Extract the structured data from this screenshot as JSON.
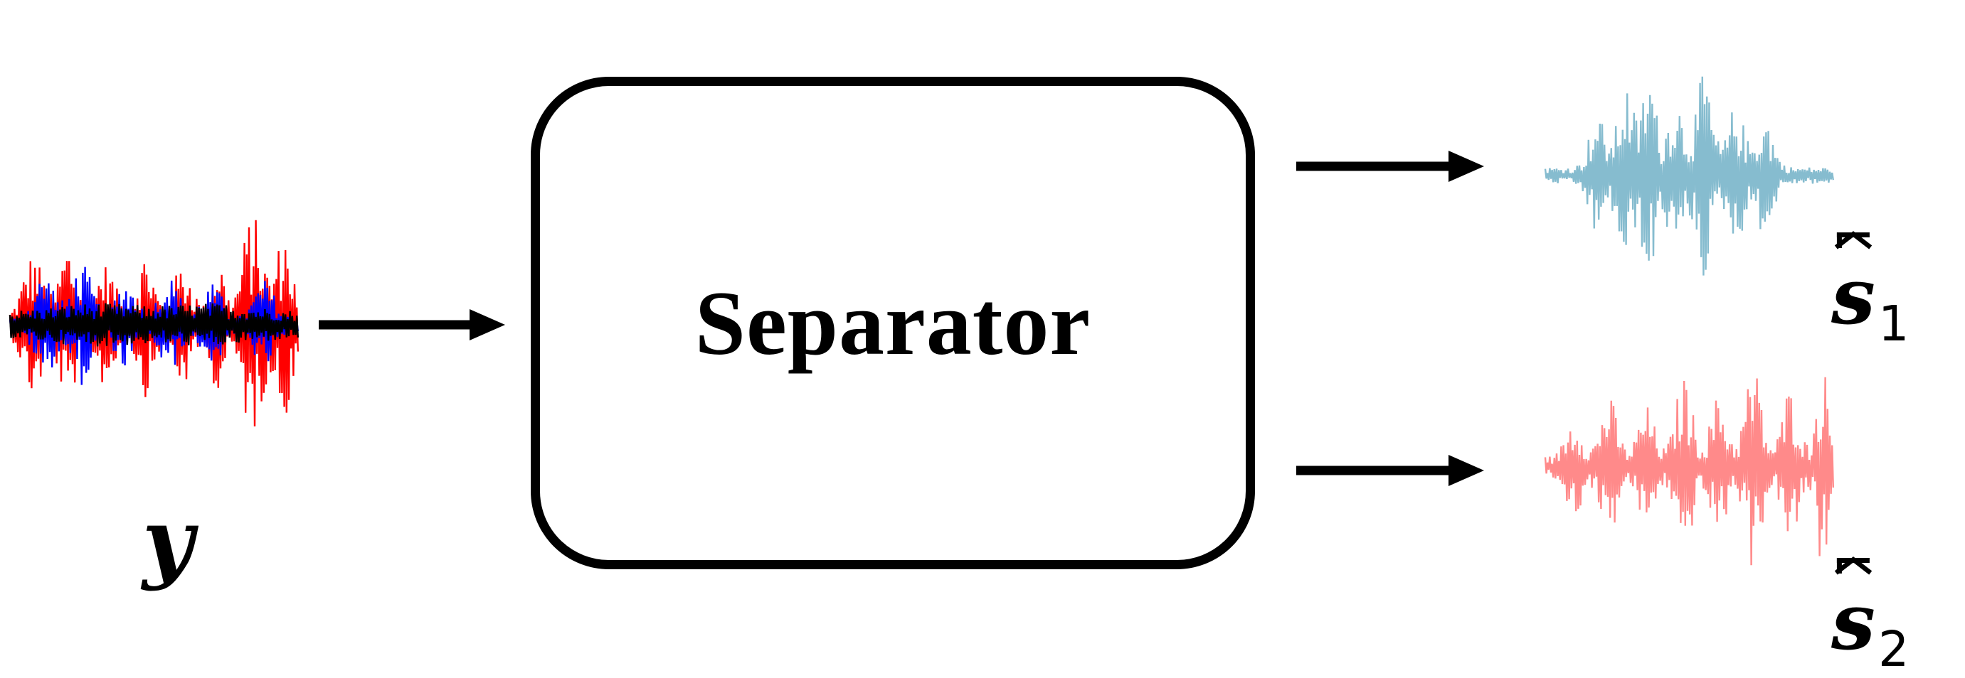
{
  "separator": {
    "label": "Separator"
  },
  "input": {
    "variable": "y"
  },
  "outputs": [
    {
      "variable": "s",
      "subscript": "1"
    },
    {
      "variable": "s",
      "subscript": "2"
    }
  ],
  "colors": {
    "input_wave_layers": [
      "#ff0000",
      "#0000ff",
      "#000000"
    ],
    "output_1_wave": "#86bccf",
    "output_2_wave": "#ff8a8a",
    "arrows": "#000000",
    "box_border": "#000000"
  }
}
